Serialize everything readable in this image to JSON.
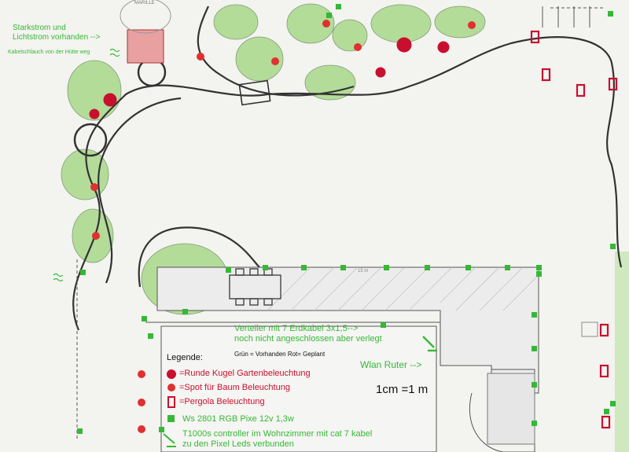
{
  "annotations": {
    "power_line1": "Starkstrom und",
    "power_line2": "Lichtstrom vorhanden -->",
    "hose": "Kabelschlauch von der Hütte weg",
    "distributor_line1": "Verteiler mit 7 Erdkabel 3x1,5-->",
    "distributor_line2": "noch nicht angeschlossen aber verlegt",
    "router": "Wlan Ruter -->",
    "scale": "1cm =1 m",
    "tree_label": "MARILLE",
    "dimension": "15 m"
  },
  "legend": {
    "title": "Legende:",
    "subtitle": "Grün = Vorhanden Rot= Geplant",
    "items": [
      {
        "symbol": "ball-light",
        "text": "=Runde Kugel Gartenbeleuchtung",
        "color": "#c8102e"
      },
      {
        "symbol": "tree-spot",
        "text": "=Spot für Baum Beleuchtung",
        "color": "#c8102e"
      },
      {
        "symbol": "pergola-light",
        "text": "=Pergola Beleuchtung",
        "color": "#c8102e"
      },
      {
        "symbol": "pixel-led",
        "text": "Ws 2801 RGB Pixe 12v 1,3w",
        "color": "#36b836"
      }
    ],
    "controller_line1": "T1000s controller im Wohnzimmer mit cat 7 kabel",
    "controller_line2": "zu den Pixel Leds verbunden"
  },
  "colors": {
    "existing": "#36b836",
    "planned": "#c8102e",
    "sketch": "#333333",
    "foliage": "#a9d88a"
  }
}
